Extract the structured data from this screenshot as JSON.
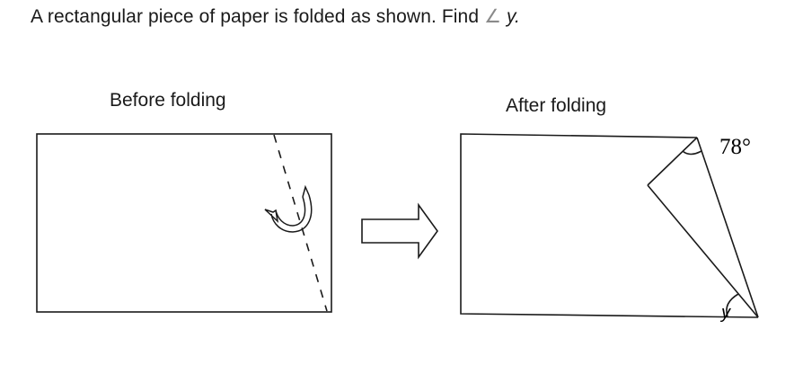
{
  "question": {
    "text": "A rectangular piece of paper is folded as shown.  Find",
    "angle_symbol": "∠",
    "variable": "y."
  },
  "before": {
    "caption": "Before folding"
  },
  "after": {
    "caption": "After folding",
    "given_angle": "78°",
    "unknown_angle": "y"
  },
  "icons": [
    "fold-arrow-icon",
    "right-arrow-icon"
  ]
}
